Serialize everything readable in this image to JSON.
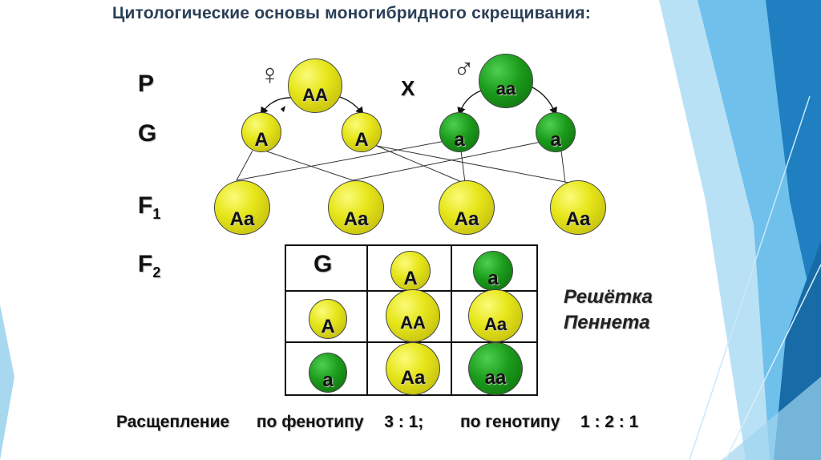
{
  "title": "Цитологические основы моногибридного скрещивания:",
  "labels": {
    "p": "P",
    "g": "G",
    "f1": "F",
    "f1_sub": "1",
    "f2": "F",
    "f2_sub": "2",
    "cross": "X",
    "female_symbol": "♀",
    "male_symbol": "♂"
  },
  "parents": {
    "female": {
      "genotype": "AA",
      "color": "yellow"
    },
    "male": {
      "genotype": "aa",
      "color": "green"
    }
  },
  "gametes": [
    {
      "allele": "A",
      "color": "yellow"
    },
    {
      "allele": "A",
      "color": "yellow"
    },
    {
      "allele": "a",
      "color": "green"
    },
    {
      "allele": "a",
      "color": "green"
    }
  ],
  "f1": [
    {
      "genotype": "Aa"
    },
    {
      "genotype": "Aa"
    },
    {
      "genotype": "Aa"
    },
    {
      "genotype": "Aa"
    }
  ],
  "punnett": {
    "corner": "G",
    "top_gametes": [
      {
        "allele": "A",
        "color": "yellow"
      },
      {
        "allele": "a",
        "color": "green"
      }
    ],
    "side_gametes": [
      {
        "allele": "A",
        "color": "yellow"
      },
      {
        "allele": "a",
        "color": "green"
      }
    ],
    "cells": [
      [
        {
          "genotype": "AA",
          "color": "yellow"
        },
        {
          "genotype": "Aa",
          "color": "yellow"
        }
      ],
      [
        {
          "genotype": "Aa",
          "color": "yellow"
        },
        {
          "genotype": "aa",
          "color": "green"
        }
      ]
    ],
    "title_line1": "Решётка",
    "title_line2": "Пеннета"
  },
  "segregation": {
    "label": "Расщепление",
    "phenotype_label": "по фенотипу",
    "phenotype_ratio": "3 : 1;",
    "genotype_label": "по генотипу",
    "genotype_ratio": "1 : 2 : 1"
  },
  "colors": {
    "yellow": "#e6e61a",
    "green": "#1b9b1b",
    "title": "#2b3f57",
    "accent_blue": "#2e86c1"
  }
}
